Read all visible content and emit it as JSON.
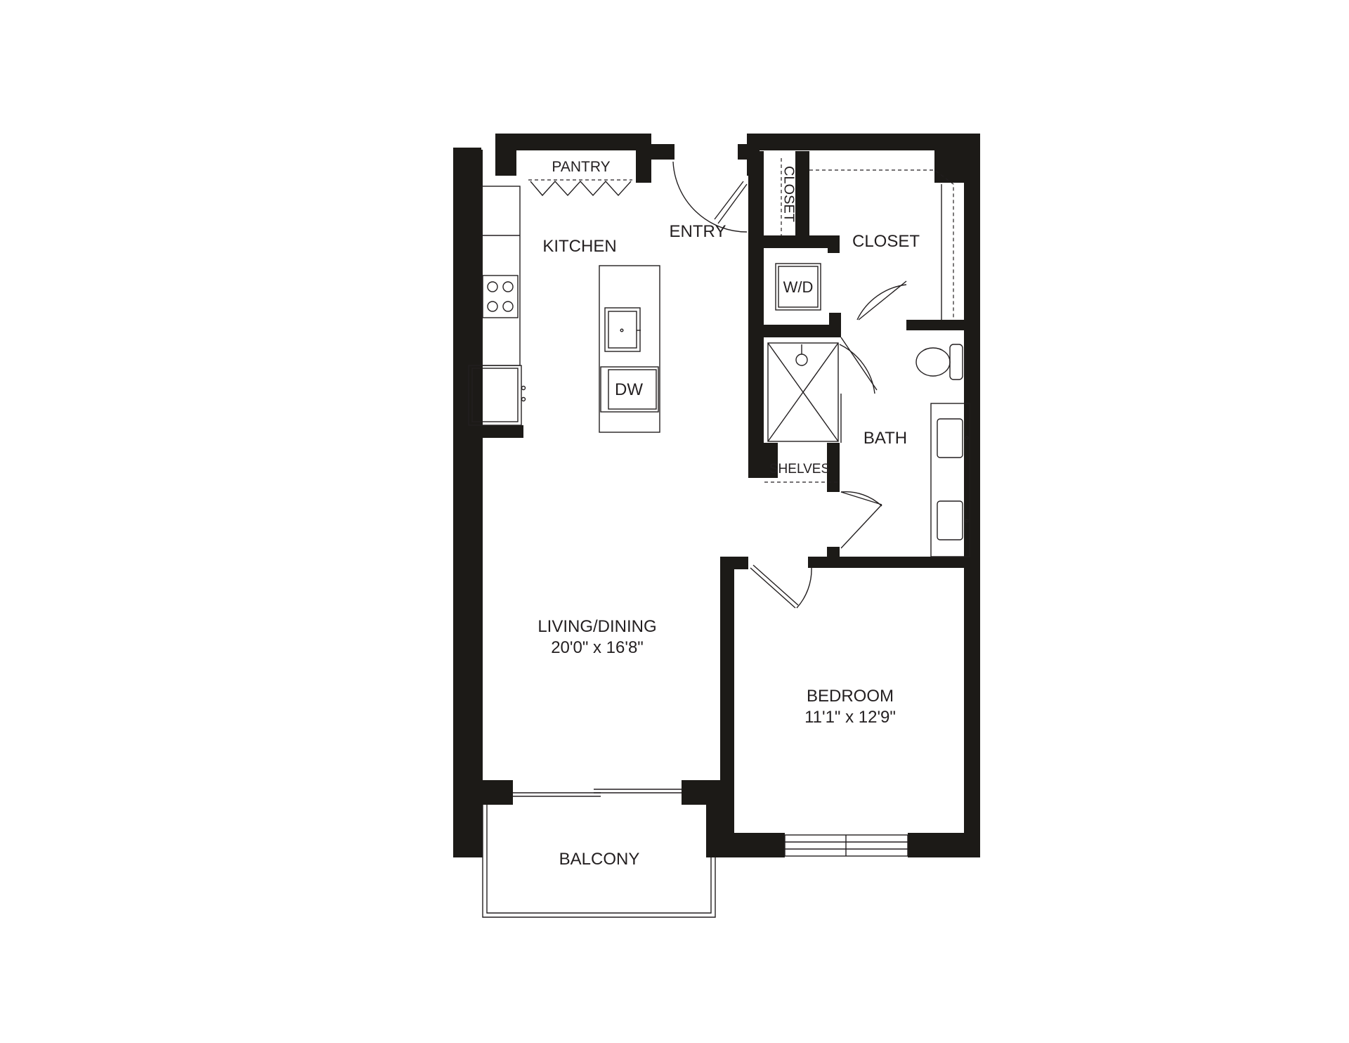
{
  "rooms": {
    "pantry": "PANTRY",
    "kitchen": "KITCHEN",
    "entry": "ENTRY",
    "closet_small": "CLOSET",
    "closet_walkin": "CLOSET",
    "washer_dryer": "W/D",
    "dishwasher": "DW",
    "bath": "BATH",
    "shelves": "SHELVES",
    "living_name": "LIVING/DINING",
    "living_size": "20'0\" x 16'8\"",
    "bedroom_name": "BEDROOM",
    "bedroom_size": "11'1\" x 12'9\"",
    "balcony": "BALCONY"
  },
  "colors": {
    "wall": "#1c1a17",
    "line": "#231f20",
    "background": "#ffffff"
  }
}
